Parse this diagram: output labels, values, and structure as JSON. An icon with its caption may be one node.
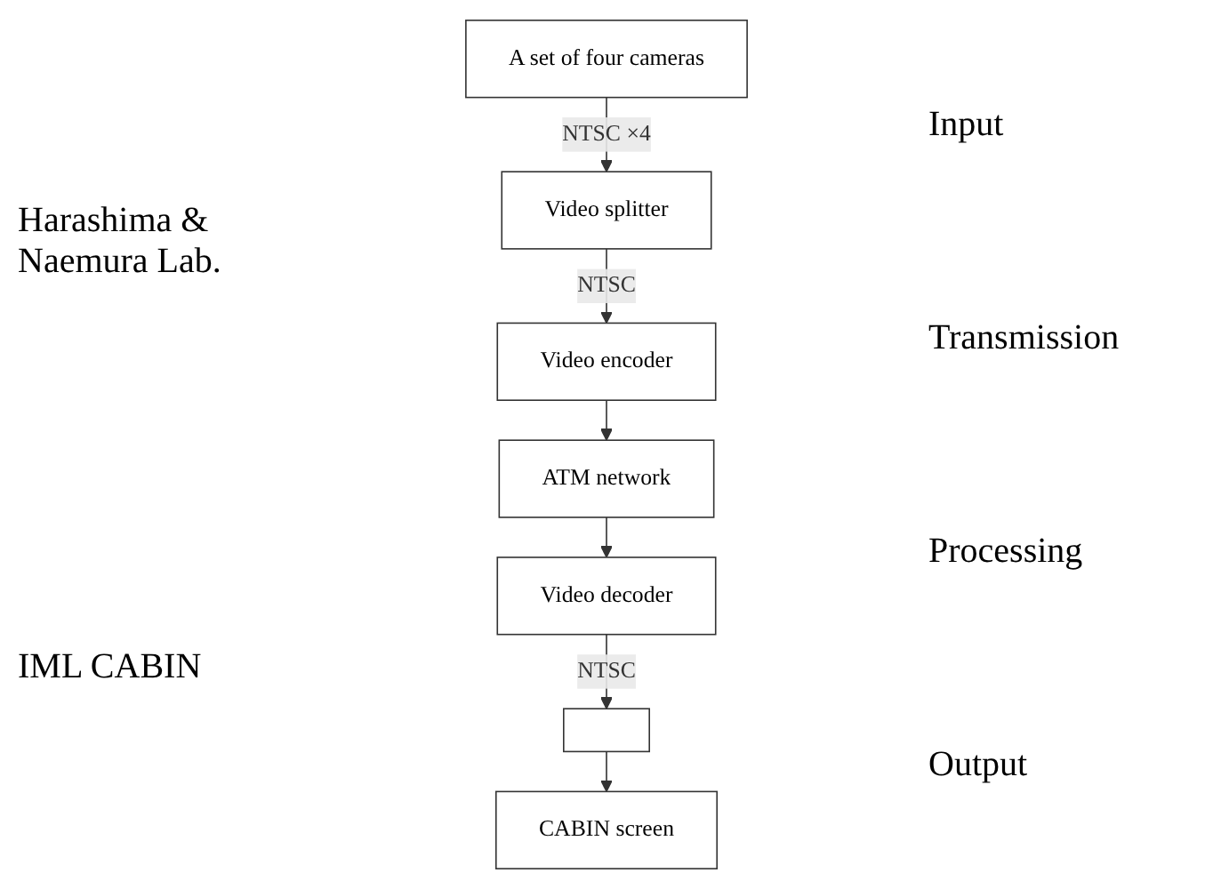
{
  "diagram": {
    "nodes": [
      {
        "text": [
          "A set of four cameras"
        ]
      },
      {
        "text": [
          "Video splitter"
        ]
      },
      {
        "text": [
          "Video encoder"
        ]
      },
      {
        "text": [
          "ATM network"
        ]
      },
      {
        "text": [
          "Video decoder"
        ]
      },
      {
        "text": [],
        "shape": "box"
      },
      {
        "text": [
          "CABIN screen"
        ]
      }
    ],
    "edges": [
      {
        "from": 0,
        "to": 1,
        "arrow": "to",
        "label": "NTSC ×4"
      },
      {
        "from": 1,
        "to": 2,
        "arrow": "to",
        "label": "NTSC"
      },
      {
        "from": 2,
        "to": 3,
        "arrow": "to"
      },
      {
        "from": 3,
        "to": 4,
        "arrow": "to"
      },
      {
        "from": 4,
        "to": 5,
        "arrow": "to",
        "label": "NTSC"
      },
      {
        "from": 5,
        "to": 6,
        "arrow": "to"
      }
    ],
    "labels": [
      "Harashima & Naemura Lab.",
      "IML CABIN",
      "Input",
      "Transmission",
      "Processing",
      "Output"
    ]
  }
}
